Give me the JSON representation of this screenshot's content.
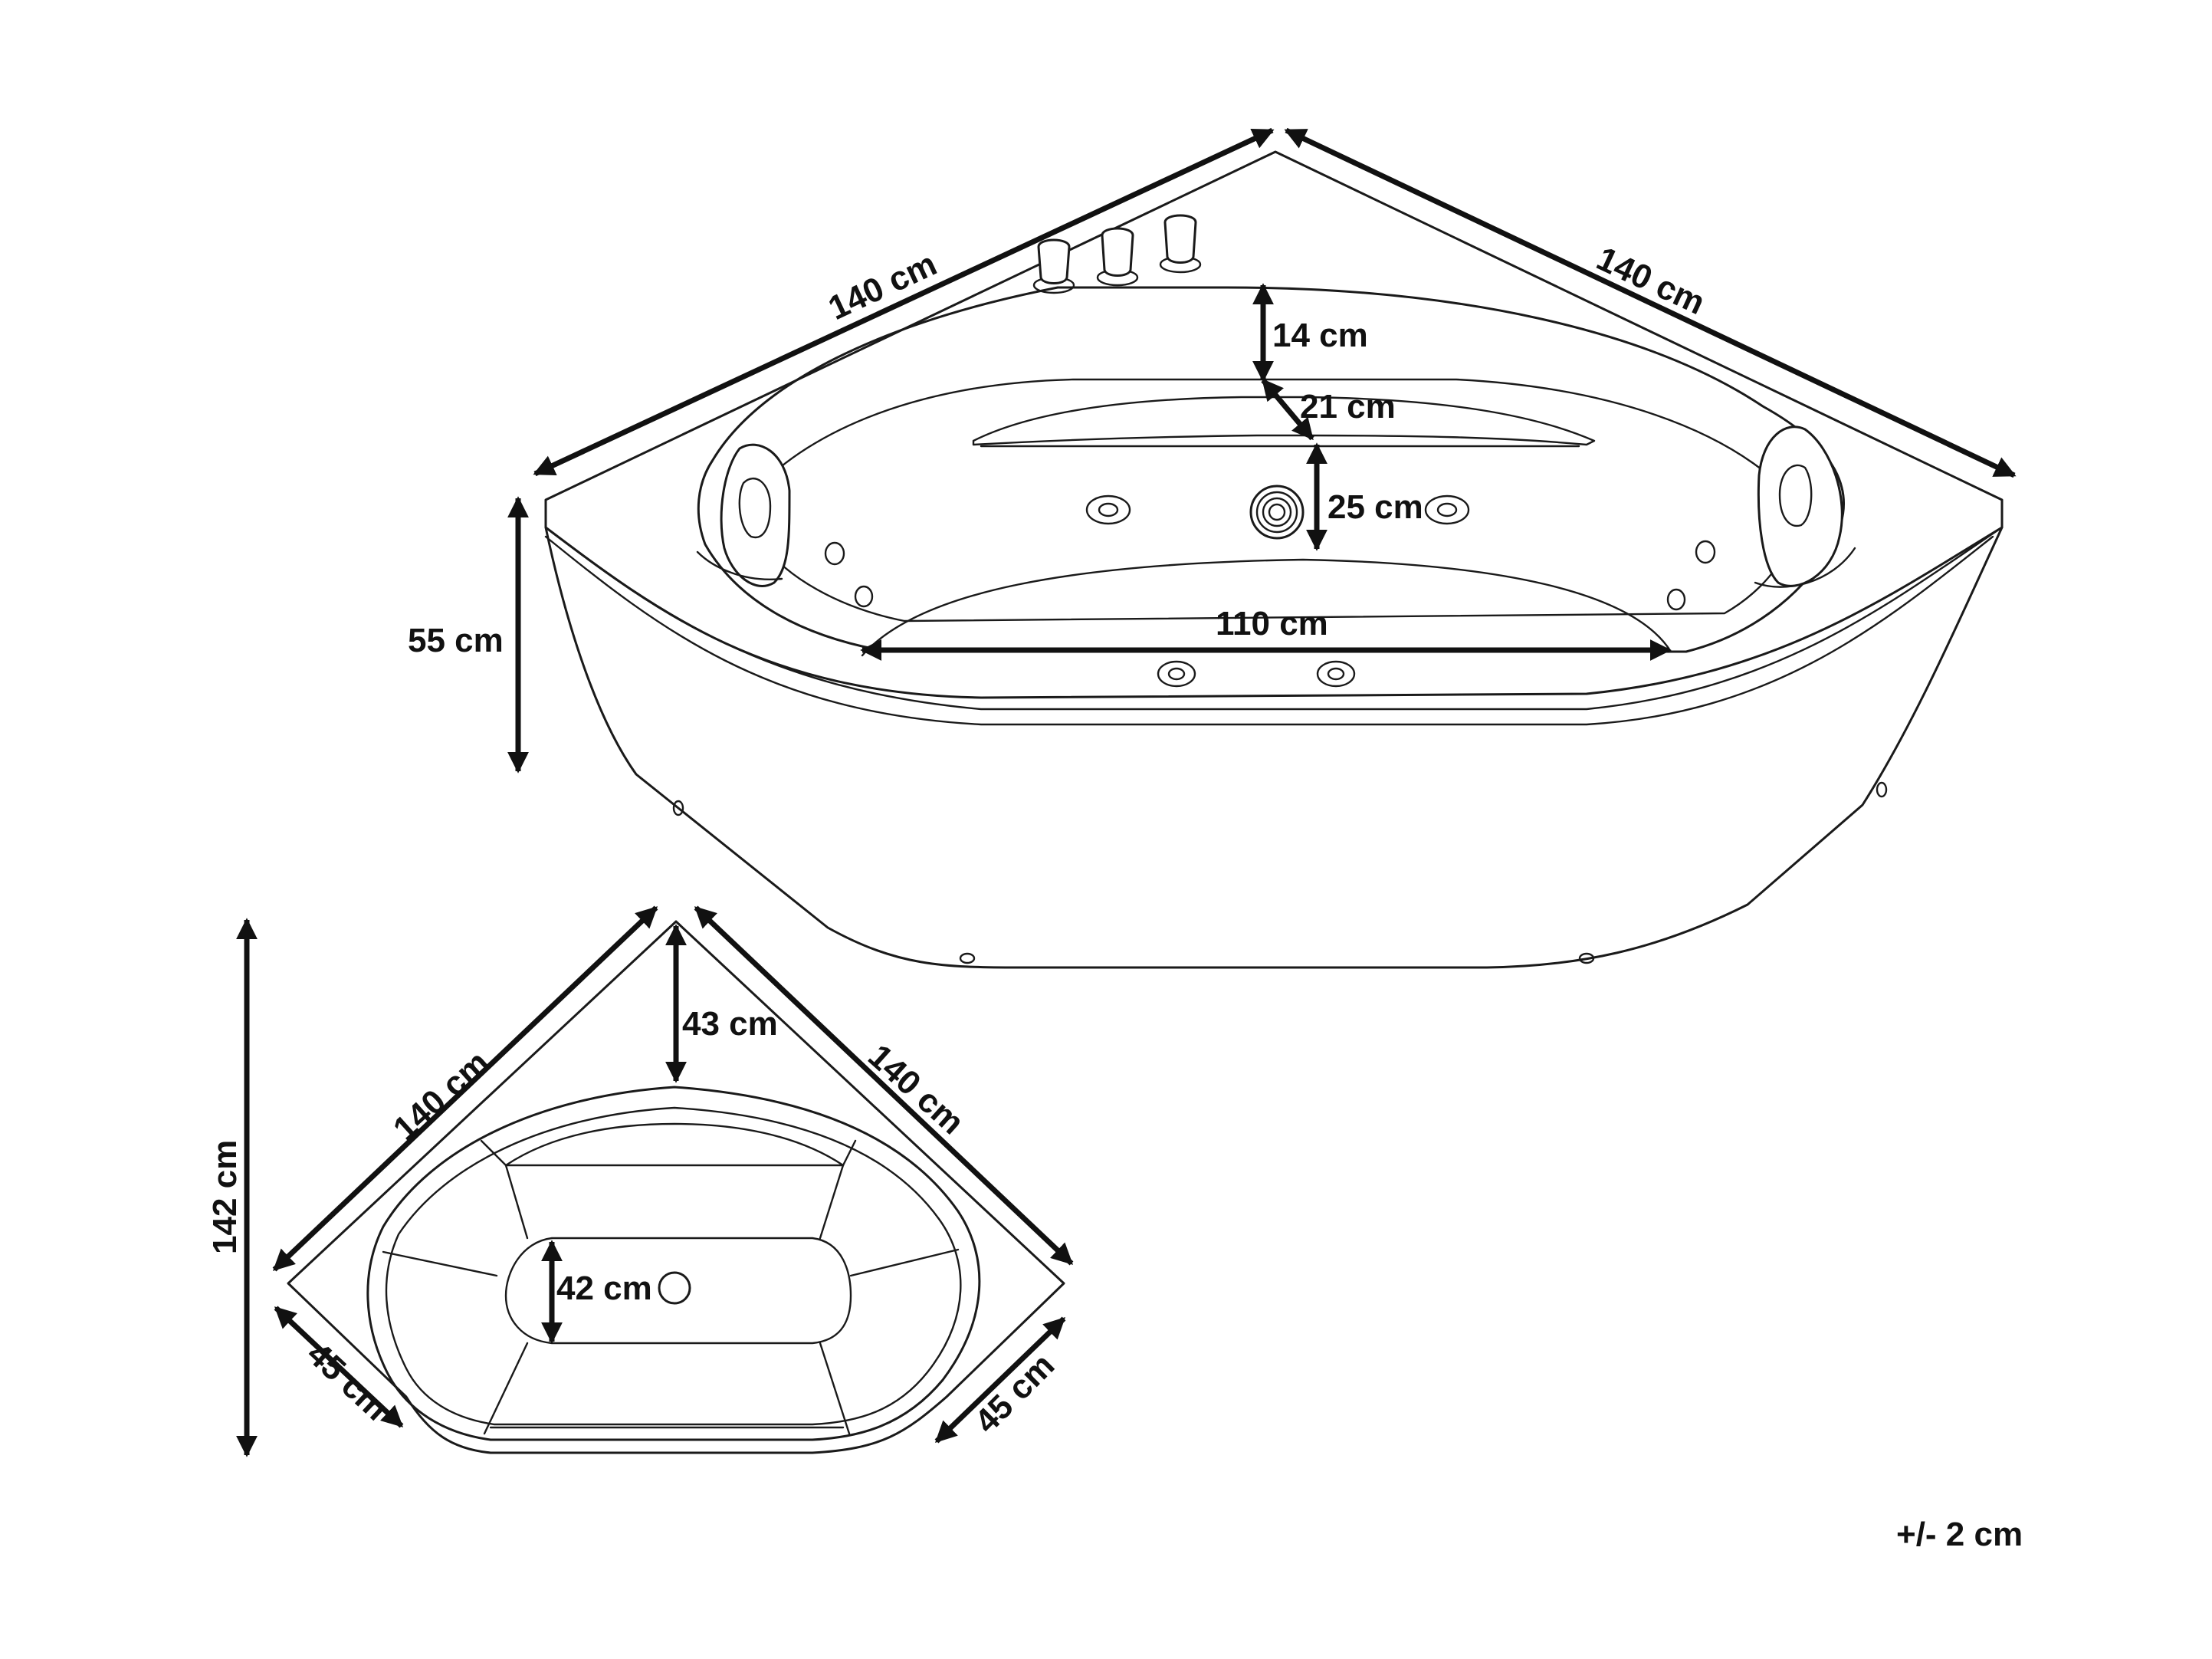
{
  "diagram": {
    "main_view": {
      "top_left_edge_label": "140 cm",
      "top_right_edge_label": "140 cm",
      "rim_width_label": "14 cm",
      "headrest_step_label": "21 cm",
      "inner_depth_label": "25 cm",
      "seat_span_label": "110 cm",
      "height_label": "55 cm"
    },
    "top_view": {
      "left_edge_label": "140 cm",
      "right_edge_label": "140 cm",
      "depth_label": "142 cm",
      "corner_rim_label": "43 cm",
      "floor_width_label": "42 cm",
      "left_front_label": "45 cm",
      "right_front_label": "45 cm"
    },
    "tolerance_label": "+/- 2 cm"
  },
  "colors": {
    "line": "#1a1a1a",
    "arrow": "#111111",
    "background": "#ffffff"
  }
}
